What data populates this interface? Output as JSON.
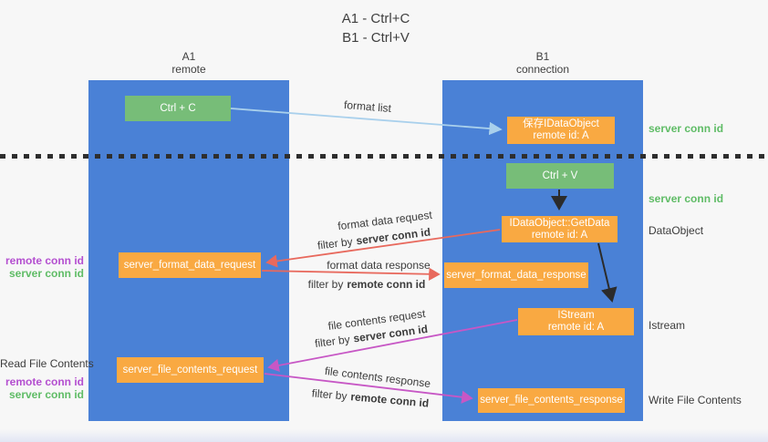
{
  "title": {
    "line1": "A1 - Ctrl+C",
    "line2": "B1 - Ctrl+V"
  },
  "columns": {
    "left": {
      "name": "A1",
      "role": "remote"
    },
    "right": {
      "name": "B1",
      "role": "connection"
    }
  },
  "nodes": {
    "ctrl_c": {
      "label": "Ctrl + C"
    },
    "save_idataobject": {
      "line1": "保存IDataObject",
      "line2": "remote id: A"
    },
    "ctrl_v": {
      "label": "Ctrl + V"
    },
    "idataobject_getdata": {
      "line1": "IDataObject::GetData",
      "line2": "remote id: A"
    },
    "server_format_data_request": {
      "label": "server_format_data_request"
    },
    "server_format_data_response": {
      "label": "server_format_data_response"
    },
    "istream": {
      "line1": "IStream",
      "line2": "remote id: A"
    },
    "server_file_contents_request": {
      "label": "server_file_contents_request"
    },
    "server_file_contents_response": {
      "label": "server_file_contents_response"
    }
  },
  "right_labels": {
    "server_conn_id_top": "server conn id",
    "server_conn_id_mid": "server conn id",
    "dataobject": "DataObject",
    "istream": "Istream",
    "write_file_contents": "Write File Contents"
  },
  "left_labels": {
    "remote_conn_id_top": "remote conn id",
    "server_conn_id_top": "server conn id",
    "read_file_contents": "Read File Contents",
    "remote_conn_id_bottom": "remote conn id",
    "server_conn_id_bottom": "server conn id"
  },
  "flow_labels": {
    "format_list": "format list",
    "format_data_request": "format data request",
    "filter_1": {
      "prefix": "filter by",
      "value": "server conn id"
    },
    "format_data_response": "format data response",
    "filter_2": {
      "prefix": "filter by",
      "value": "remote conn id"
    },
    "file_contents_request": "file contents request",
    "filter_3": {
      "prefix": "filter by",
      "value": "server conn id"
    },
    "file_contents_response": "file contents response",
    "filter_4": {
      "prefix": "filter by",
      "value": "remote conn id"
    }
  },
  "colors": {
    "column_blue": "#4a81d6",
    "box_green": "#77bd78",
    "box_orange": "#f9a942",
    "green_text": "#5fbc66",
    "purple_text": "#b44fd0",
    "arrow_lightblue": "#a9d0ec",
    "arrow_red": "#e8695d",
    "arrow_magenta": "#c757c5",
    "arrow_black": "#2b2b2b"
  }
}
